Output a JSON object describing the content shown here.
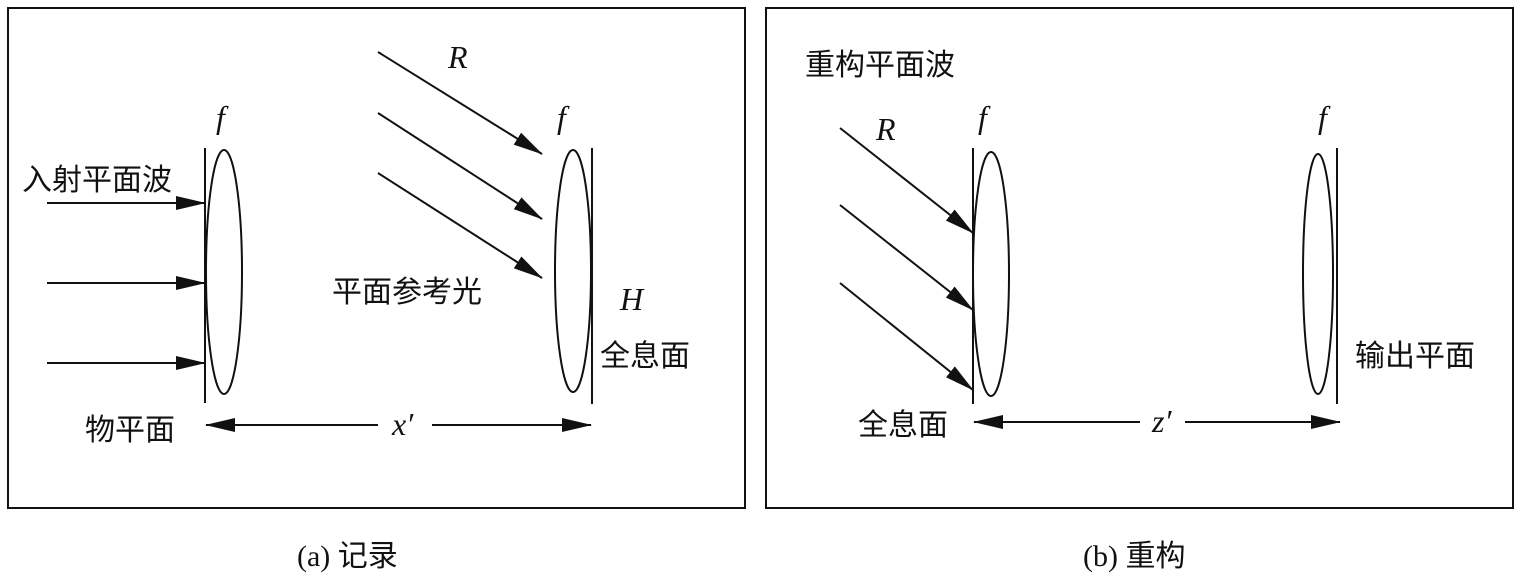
{
  "panel_a": {
    "caption": "(a) 记录",
    "incident_wave": "入射平面波",
    "object_plane": "物平面",
    "reference_light": "平面参考光",
    "hologram_plane": "全息面",
    "focal_label_1": "f",
    "focal_label_2": "f",
    "reference_label": "R",
    "hologram_label": "H",
    "distance_label": "x′"
  },
  "panel_b": {
    "caption": "(b) 重构",
    "reconstruction_wave": "重构平面波",
    "reference_label": "R",
    "hologram_plane": "全息面",
    "output_plane": "输出平面",
    "focal_label_1": "f",
    "focal_label_2": "f",
    "distance_label": "z′"
  }
}
